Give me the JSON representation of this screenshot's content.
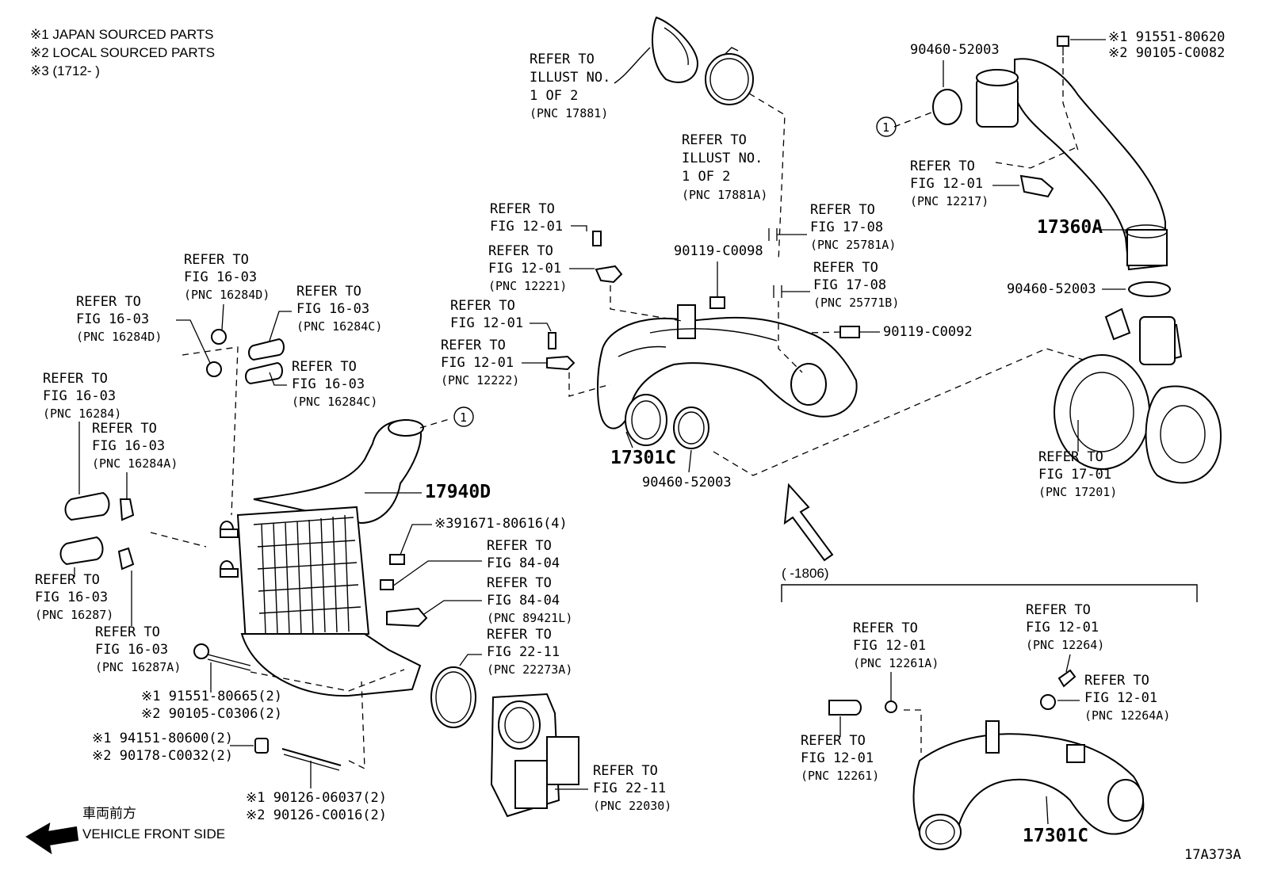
{
  "notes": {
    "n1": "※1 JAPAN SOURCED PARTS",
    "n2": "※2 LOCAL SOURCED PARTS",
    "n3": "※3 (1712-        )"
  },
  "front": {
    "jp": "車両前方",
    "en": "VEHICLE FRONT SIDE"
  },
  "figure_id": "17A373A",
  "variant_bracket_label": "(        -1806)",
  "refs": {
    "illust_17881": [
      "REFER TO",
      "ILLUST NO.",
      "1 OF 2",
      "(PNC 17881)"
    ],
    "illust_17881a": [
      "REFER TO",
      "ILLUST NO.",
      "1 OF 2",
      "(PNC 17881A)"
    ],
    "fig1201_a": [
      "REFER TO",
      "FIG 12-01"
    ],
    "fig1201_12221": [
      "REFER TO",
      "FIG 12-01",
      "(PNC 12221)"
    ],
    "fig1201_b": [
      "REFER TO",
      "FIG 12-01"
    ],
    "fig1201_12222": [
      "REFER TO",
      "FIG 12-01",
      "(PNC 12222)"
    ],
    "fig1708_25781a": [
      "REFER TO",
      "FIG 17-08",
      "(PNC 25781A)"
    ],
    "fig1708_25771b": [
      "REFER TO",
      "FIG 17-08",
      "(PNC 25771B)"
    ],
    "fig1201_12217": [
      "REFER TO",
      "FIG 12-01",
      "(PNC 12217)"
    ],
    "fig1701_17201": [
      "REFER TO",
      "FIG 17-01",
      "(PNC 17201)"
    ],
    "fig1603_16284d_top": [
      "REFER TO",
      "FIG 16-03",
      "(PNC 16284D)"
    ],
    "fig1603_16284d_left": [
      "REFER TO",
      "FIG 16-03",
      "(PNC 16284D)"
    ],
    "fig1603_16284c_a": [
      "REFER TO",
      "FIG 16-03",
      "(PNC 16284C)"
    ],
    "fig1603_16284c_b": [
      "REFER TO",
      "FIG 16-03",
      "(PNC 16284C)"
    ],
    "fig1603_16284": [
      "REFER TO",
      "FIG 16-03",
      "(PNC 16284)"
    ],
    "fig1603_16284a": [
      "REFER TO",
      "FIG 16-03",
      "(PNC 16284A)"
    ],
    "fig1603_16287": [
      "REFER TO",
      "FIG 16-03",
      "(PNC 16287)"
    ],
    "fig1603_16287a": [
      "REFER TO",
      "FIG 16-03",
      "(PNC 16287A)"
    ],
    "fig8404": [
      "REFER TO",
      "FIG 84-04"
    ],
    "fig8404_89421l": [
      "REFER TO",
      "FIG 84-04",
      "(PNC 89421L)"
    ],
    "fig2211_22273a": [
      "REFER TO",
      "FIG 22-11",
      "(PNC 22273A)"
    ],
    "fig2211_22030": [
      "REFER TO",
      "FIG 22-11",
      "(PNC 22030)"
    ],
    "fig1201_12264": [
      "REFER TO",
      "FIG 12-01",
      "(PNC 12264)"
    ],
    "fig1201_12261a": [
      "REFER TO",
      "FIG 12-01",
      "(PNC 12261A)"
    ],
    "fig1201_12264a": [
      "REFER TO",
      "FIG 12-01",
      "(PNC 12264A)"
    ],
    "fig1201_12261": [
      "REFER TO",
      "FIG 12-01",
      "(PNC 12261)"
    ]
  },
  "parts": {
    "clamp_top": "90460-52003",
    "bolt_top_1": "※1 91551-80620",
    "bolt_top_2": "※2 90105-C0082",
    "pipe_17360a": "17360A",
    "clamp_mid": "90460-52003",
    "bolt_90119_c0098": "90119-C0098",
    "bolt_90119_c0092": "90119-C0092",
    "hose_17301c": "17301C",
    "clamp_90460_low": "90460-52003",
    "intercooler_17940d": "17940D",
    "bolt_91671": "※391671-80616(4)",
    "bolt_91551_80665": "※1 91551-80665(2)",
    "bolt_90105_c0306": "※2 90105-C0306(2)",
    "nut_94151": "※1 94151-80600(2)",
    "nut_90178": "※2 90178-C0032(2)",
    "stud_90126_06037": "※1 90126-06037(2)",
    "stud_90126_c0016": "※2 90126-C0016(2)",
    "hose_17301c_alt": "17301C"
  },
  "callout_marker": "1"
}
